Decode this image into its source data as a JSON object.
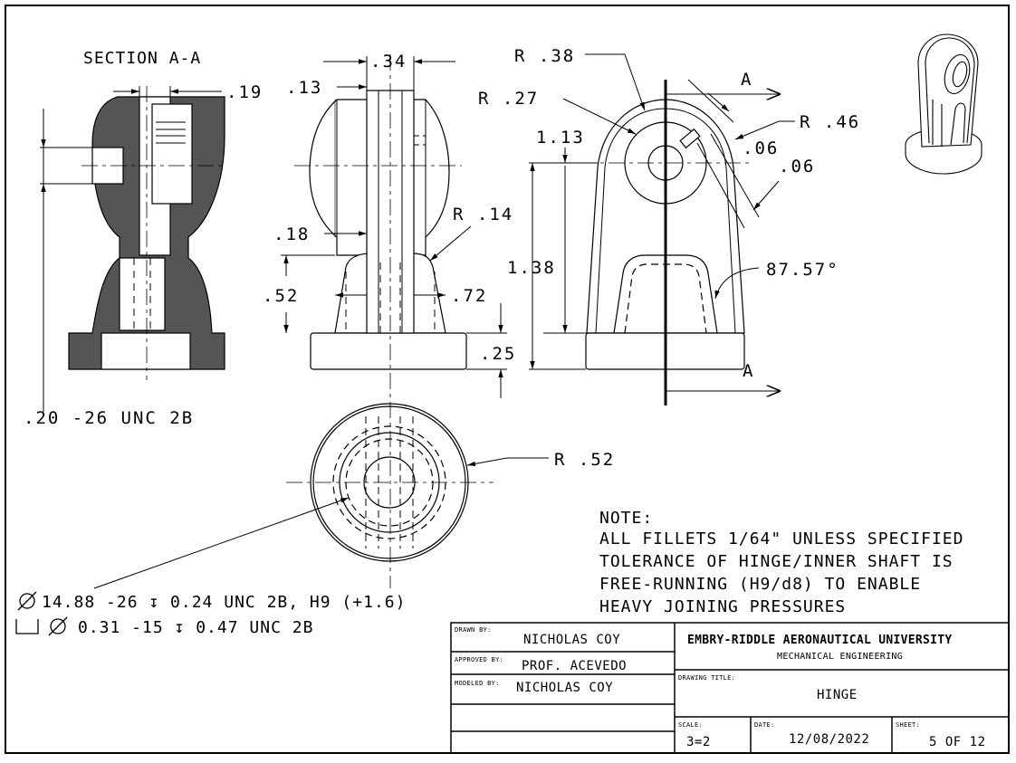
{
  "views": {
    "section_title": "SECTION A-A",
    "thread_callout_left": ".20  -26 UNC 2B"
  },
  "dimensions": {
    "d_19": ".19",
    "d_13": ".13",
    "d_34": ".34",
    "d_18": ".18",
    "d_52": ".52",
    "d_72": ".72",
    "d_r14": "R .14",
    "d_r38": "R .38",
    "d_r27": "R .27",
    "d_r46": "R .46",
    "d_113": "1.13",
    "d_06a": ".06",
    "d_06b": ".06",
    "d_138": "1.38",
    "d_25": ".25",
    "d_angle": "87.57°",
    "d_r52": "R .52",
    "section_marker_top": "A",
    "section_marker_bottom": "A"
  },
  "callouts": {
    "hole_primary": "14.88  -26 ↧ 0.24 UNC 2B, H9 (+1.6)",
    "hole_secondary": "0.31 -15 ↧ 0.47 UNC 2B"
  },
  "note": {
    "heading": "NOTE:",
    "line1": "ALL FILLETS 1/64\" UNLESS SPECIFIED",
    "line2": "TOLERANCE OF HINGE/INNER SHAFT IS",
    "line3": "FREE-RUNNING (H9/d8) TO ENABLE",
    "line4": "HEAVY JOINING PRESSURES"
  },
  "title_block": {
    "drawn_by_label": "DRAWN BY:",
    "drawn_by": "NICHOLAS COY",
    "approved_by_label": "APPROVED BY:",
    "approved_by": "PROF. ACEVEDO",
    "modeled_by_label": "MODELED BY:",
    "modeled_by": "NICHOLAS COY",
    "university": "EMBRY-RIDDLE AERONAUTICAL UNIVERSITY",
    "department": "MECHANICAL ENGINEERING",
    "drawing_title_label": "DRAWING TITLE:",
    "drawing_title": "HINGE",
    "scale_label": "SCALE:",
    "scale": "3=2",
    "date_label": "DATE:",
    "date": "12/08/2022",
    "sheet_label": "SHEET:",
    "sheet": "5 OF 12"
  }
}
